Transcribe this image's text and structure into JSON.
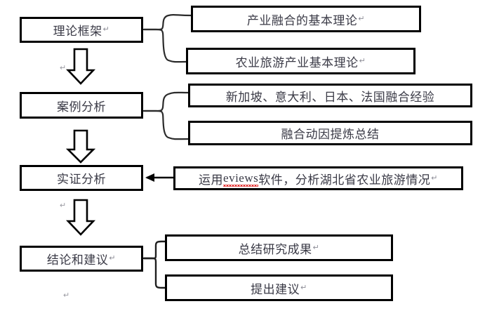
{
  "diagram": {
    "title": "研究框架流程图",
    "colors": {
      "stroke": "#000000",
      "text": "#3a3a46",
      "background": "#ffffff",
      "spellcheck_underline": "#e02020",
      "pilcrow": "#9a9aa2",
      "brace": "#2b2b2b"
    },
    "paragraph_mark": "↵"
  },
  "stages": [
    {
      "id": "stage-theory",
      "label": "理论框架",
      "has_paragraph_mark": true,
      "connector": "brace-curly",
      "children": [
        {
          "id": "theory-item-1",
          "label": "产业融合的基本理论",
          "has_paragraph_mark": true
        },
        {
          "id": "theory-item-2",
          "label": "农业旅游产业基本理论",
          "has_paragraph_mark": true
        }
      ]
    },
    {
      "id": "stage-case",
      "label": "案例分析",
      "has_paragraph_mark": false,
      "connector": "brace-curly",
      "children": [
        {
          "id": "case-item-1",
          "label": "新加坡、意大利、日本、法国融合经验",
          "has_paragraph_mark": false
        },
        {
          "id": "case-item-2",
          "label": "融合动因提炼总结",
          "has_paragraph_mark": false
        }
      ]
    },
    {
      "id": "stage-empirical",
      "label": "实证分析",
      "has_paragraph_mark": false,
      "connector": "arrow-left",
      "children": [
        {
          "id": "empirical-item-1",
          "label_before": "运用 ",
          "label_spellchecked": "eviews",
          "label_after": " 软件，分析湖北省农业旅游情况",
          "has_paragraph_mark": true
        }
      ]
    },
    {
      "id": "stage-conclusion",
      "label": "结论和建议",
      "has_paragraph_mark": true,
      "connector": "brace-square",
      "children": [
        {
          "id": "conclusion-item-1",
          "label": "总结研究成果",
          "has_paragraph_mark": true
        },
        {
          "id": "conclusion-item-2",
          "label": "提出建议",
          "has_paragraph_mark": true
        }
      ]
    }
  ],
  "flow_arrows": [
    {
      "id": "arrow-theory-to-case",
      "direction": "down",
      "style": "block",
      "stray_mark": "↵"
    },
    {
      "id": "arrow-case-to-empirical",
      "direction": "down",
      "style": "block",
      "stray_mark": ""
    },
    {
      "id": "arrow-empirical-to-conclusion",
      "direction": "down",
      "style": "block",
      "stray_mark": "↵"
    }
  ],
  "stray_marks": [
    {
      "id": "stray-mark-bottom",
      "text": "↵"
    }
  ]
}
